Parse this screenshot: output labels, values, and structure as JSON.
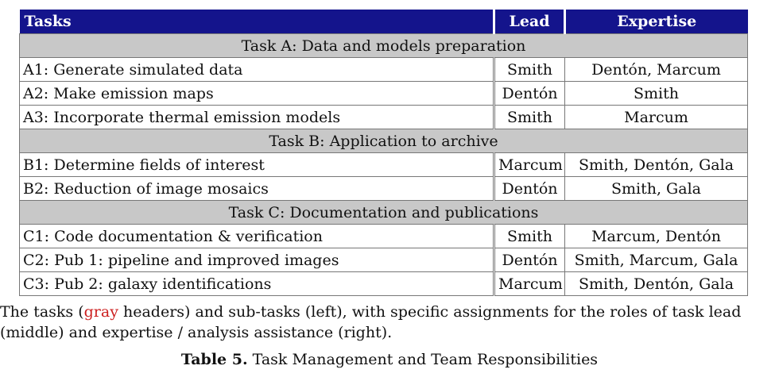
{
  "table": {
    "headers": [
      "Tasks",
      "Lead",
      "Expertise"
    ],
    "sections": [
      {
        "title": "Task A: Data and models preparation",
        "rows": [
          {
            "task": "A1: Generate simulated data",
            "lead": "Smith",
            "expertise": "Dentón, Marcum"
          },
          {
            "task": "A2: Make emission maps",
            "lead": "Dentón",
            "expertise": "Smith"
          },
          {
            "task": "A3: Incorporate thermal emission models",
            "lead": "Smith",
            "expertise": "Marcum"
          }
        ]
      },
      {
        "title": "Task B: Application to archive",
        "rows": [
          {
            "task": "B1: Determine fields of interest",
            "lead": "Marcum",
            "expertise": "Smith, Dentón, Gala"
          },
          {
            "task": "B2: Reduction of image mosaics",
            "lead": "Dentón",
            "expertise": "Smith, Gala"
          }
        ]
      },
      {
        "title": "Task C: Documentation and publications",
        "rows": [
          {
            "task": "C1: Code documentation & verification",
            "lead": "Smith",
            "expertise": "Marcum, Dentón"
          },
          {
            "task": "C2: Pub 1: pipeline and improved images",
            "lead": "Dentón",
            "expertise": "Smith, Marcum, Gala"
          },
          {
            "task": "C3: Pub 2: galaxy identifications",
            "lead": "Marcum",
            "expertise": "Smith, Dentón, Gala"
          }
        ]
      }
    ]
  },
  "caption": {
    "before": "The tasks (",
    "highlight": "gray",
    "after": " headers) and sub-tasks (left), with specific assignments for the roles of task lead (middle) and expertise / analysis assistance (right).",
    "highlight_color": "#cc1f1f"
  },
  "table_title": {
    "label": "Table 5.",
    "text": " Task Management and Team Responsibilities"
  },
  "colors": {
    "header_bg": "#14148c",
    "section_bg": "#c8c8c8"
  }
}
